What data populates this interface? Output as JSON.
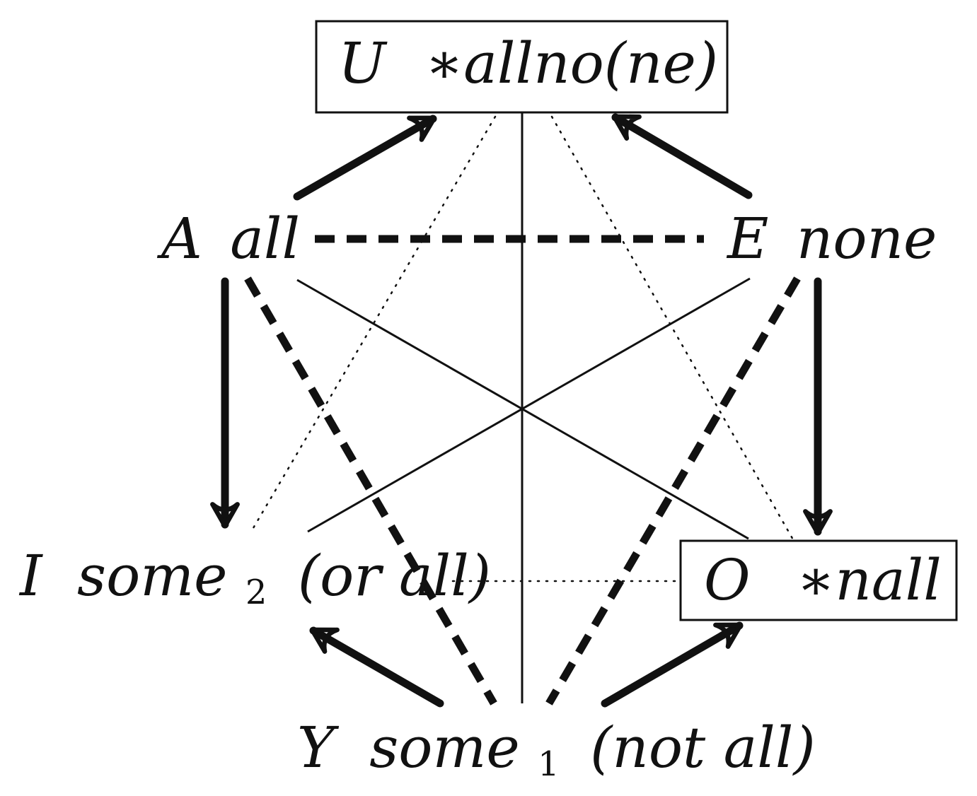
{
  "nodes": {
    "U": {
      "letter": "U",
      "text": "∗allno(ne)"
    },
    "A": {
      "letter": "A",
      "text": "all"
    },
    "E": {
      "letter": "E",
      "text": "none"
    },
    "I": {
      "letter": "I",
      "text_before_sub": "some",
      "subscript": "2",
      "text_after_sub": "(or all)"
    },
    "O": {
      "letter": "O",
      "text": "∗nall"
    },
    "Y": {
      "letter": "Y",
      "text_before_sub": "some",
      "subscript": "1",
      "text_after_sub": "(not all)"
    }
  },
  "colors": {
    "ink": "#111111",
    "background": "#ffffff"
  }
}
